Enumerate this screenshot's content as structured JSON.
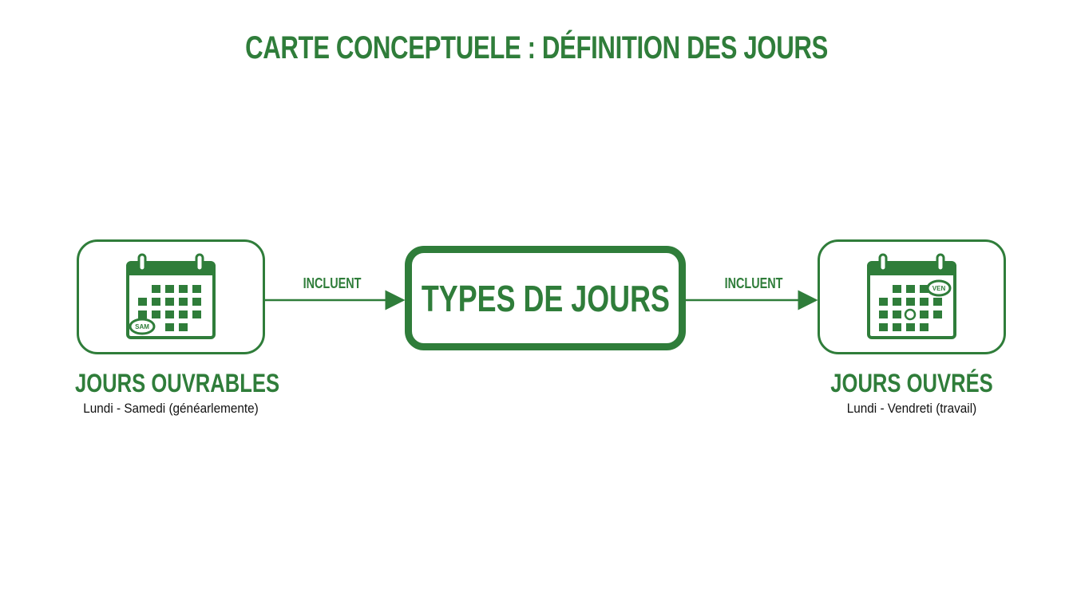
{
  "title": "CARTE CONCEPTUELE : DÉFINITION DES JOURS",
  "center": {
    "label": "TYPES DE JOURS"
  },
  "edges": [
    {
      "label": "INCLUENT"
    },
    {
      "label": "INCLUENT"
    }
  ],
  "left_node": {
    "title": "JOURS OUVRABLES",
    "subtitle": "Lundi - Samedi (généarlemente)",
    "icon": "calendar-icon",
    "circled_day": "SAM"
  },
  "right_node": {
    "title": "JOURS OUVRÉS",
    "subtitle": "Lundi - Vendreti (travail)",
    "icon": "calendar-icon",
    "circled_day": "VEN"
  },
  "colors": {
    "accent": "#2f7d3a",
    "text": "#111111",
    "background": "#ffffff"
  }
}
